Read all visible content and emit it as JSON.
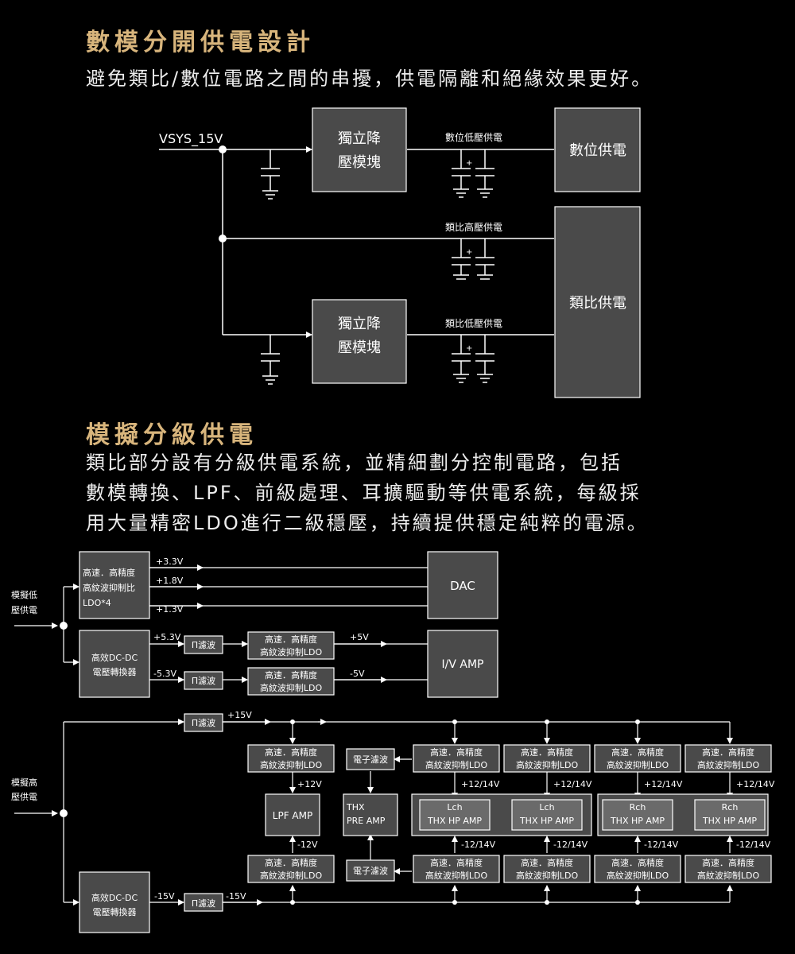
{
  "section1": {
    "title": "數模分開供電設計",
    "desc": "避免類比/數位電路之間的串擾，供電隔離和絕緣效果更好。"
  },
  "diagram1": {
    "input_label": "VSYS_15V",
    "module_line1": "獨立降",
    "module_line2": "壓模塊",
    "digital_low_label": "數位低壓供電",
    "analog_high_label": "類比高壓供電",
    "analog_low_label": "類比低壓供電",
    "digital_supply": "數位供電",
    "analog_supply": "類比供電",
    "cap_plus": "+"
  },
  "section2": {
    "title": "模擬分級供電",
    "desc_lines": [
      "類比部分設有分級供電系統，並精細劃分控制電路，包括",
      "數模轉換、LPF、前級處理、耳擴驅動等供電系統，每級採",
      "用大量精密LDO進行二級穩壓，持續提供穩定純粹的電源。"
    ]
  },
  "diagram2": {
    "low_input_line1": "模擬低",
    "low_input_line2": "壓供電",
    "high_input_line1": "模擬高",
    "high_input_line2": "壓供電",
    "ldo4_lines": [
      "高速．高精度",
      "高紋波抑制比",
      "LDO*4"
    ],
    "v33": "+3.3V",
    "v18": "+1.8V",
    "v13": "+1.3V",
    "dac": "DAC",
    "dcdc_line1": "高效DC-DC",
    "dcdc_line2": "電壓轉換器",
    "v53p": "+5.3V",
    "v53n": "-5.3V",
    "pi_filter": "Π濾波",
    "ldo_line1": "高速．高精度",
    "ldo_line2": "高紋波抑制LDO",
    "v5p": "+5V",
    "v5n": "-5V",
    "iv_amp": "I/V  AMP",
    "v15p": "+15V",
    "v15n": "-15V",
    "v15n_b": "-15V",
    "e_filter": "電子濾波",
    "v12p": "+12V",
    "v12n": "-12V",
    "v1214p": "+12/14V",
    "v1214n": "-12/14V",
    "lpf_amp": "LPF AMP",
    "thx_pre_line1": "THX",
    "thx_pre_line2": "PRE AMP",
    "hp_amps": [
      {
        "ch": "Lch",
        "label": "THX HP AMP"
      },
      {
        "ch": "Lch",
        "label": "THX HP AMP"
      },
      {
        "ch": "Rch",
        "label": "THX HP AMP"
      },
      {
        "ch": "Rch",
        "label": "THX HP AMP"
      }
    ]
  },
  "colors": {
    "accent_title": "#d8b57c",
    "box_fill": "#4a4a4a",
    "line": "#ffffff"
  }
}
